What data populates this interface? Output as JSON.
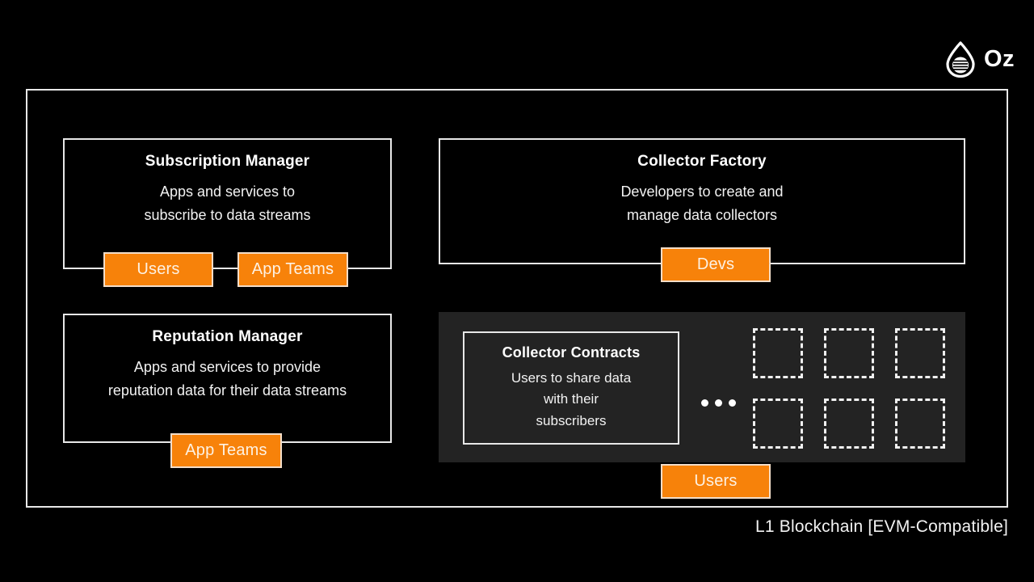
{
  "brand": {
    "name": "Oz",
    "mark_icon": "water-droplet-icon"
  },
  "diagram": {
    "footer_caption": "L1 Blockchain [EVM-Compatible]",
    "accent_color": "#f7820a",
    "line_color": "#e8e8e8",
    "panel_color": "#232323",
    "background_color": "#000000",
    "boxes": [
      {
        "id": "subscription-manager",
        "title": "Subscription Manager",
        "description": "Apps and services to\nsubscribe to data streams"
      },
      {
        "id": "reputation-manager",
        "title": "Reputation Manager",
        "description": "Apps and services to provide\nreputation data for their data streams"
      },
      {
        "id": "collector-factory",
        "title": "Collector Factory",
        "description": "Developers to create and\nmanage data collectors"
      },
      {
        "id": "collector-contracts",
        "title": "Collector Contracts",
        "description": "Users to share data\nwith their\nsubscribers"
      }
    ],
    "badges": [
      {
        "id": "users-subscription",
        "label": "Users"
      },
      {
        "id": "appteams-subscription",
        "label": "App Teams"
      },
      {
        "id": "appteams-reputation",
        "label": "App Teams"
      },
      {
        "id": "devs-factory",
        "label": "Devs"
      },
      {
        "id": "users-collector",
        "label": "Users"
      }
    ],
    "collector_panel": {
      "ellipsis": "•••",
      "placeholder_count": 6
    }
  }
}
